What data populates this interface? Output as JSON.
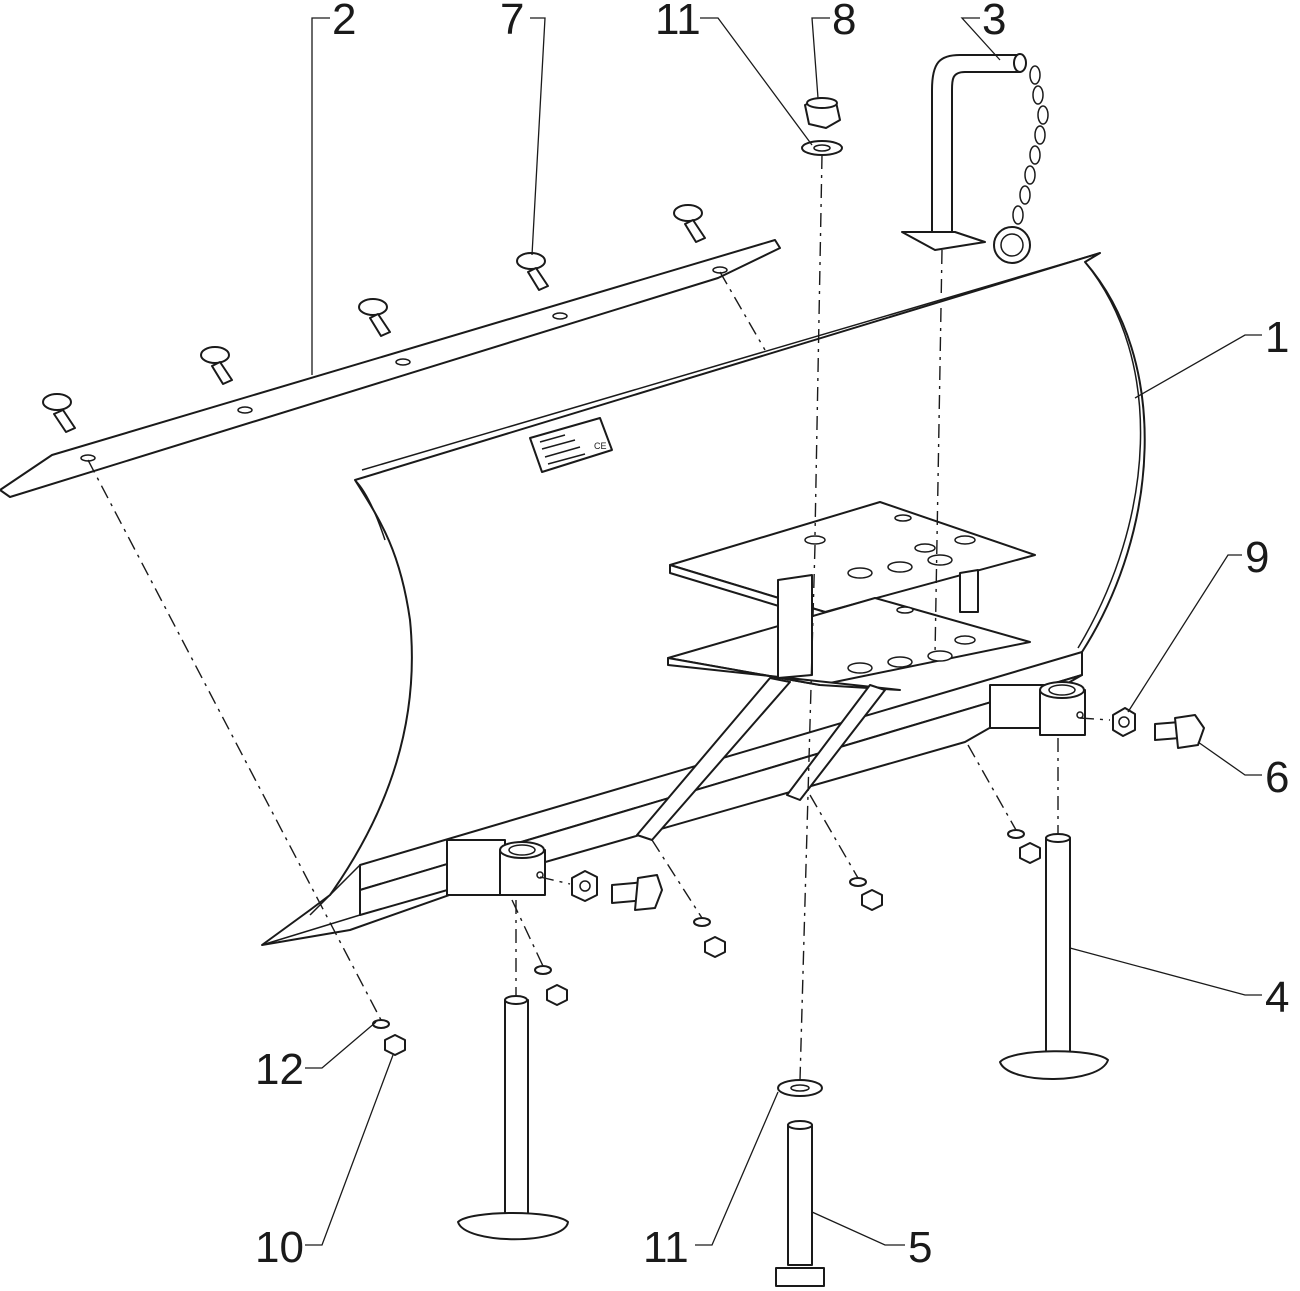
{
  "callouts": {
    "c1": "1",
    "c2": "2",
    "c3": "3",
    "c4": "4",
    "c5": "5",
    "c6": "6",
    "c7": "7",
    "c8": "8",
    "c9": "9",
    "c10": "10",
    "c11_top": "11",
    "c11_bottom": "11",
    "c12": "12"
  },
  "colors": {
    "line": "#1a1a1a",
    "background": "#ffffff"
  }
}
